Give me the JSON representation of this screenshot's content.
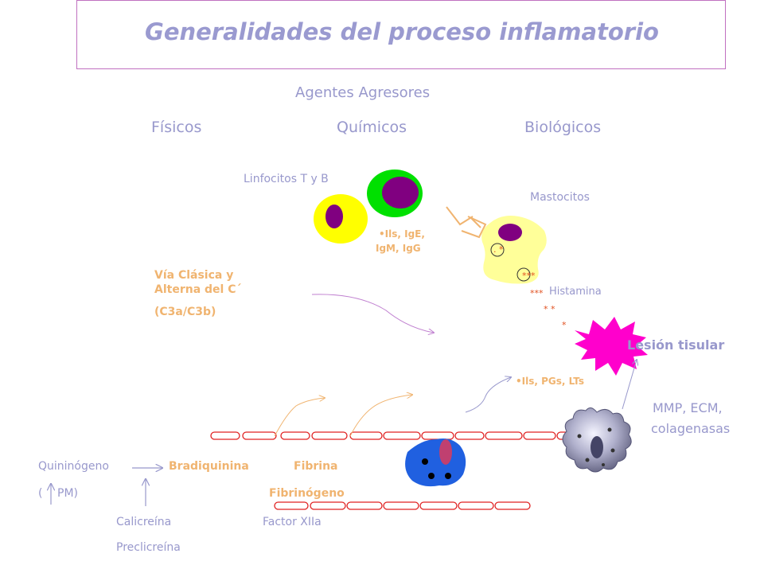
{
  "title": "Generalidades del proceso inflamatorio",
  "header": {
    "agentes": "Agentes Agresores",
    "fisicos": "Físicos",
    "quimicos": "Químicos",
    "biologicos": "Biológicos"
  },
  "labels": {
    "linfocitos": "Linfocitos T y B",
    "mastocitos": "Mastocitos",
    "ils_ig_1": "•Ils, IgE,",
    "ils_ig_2": "IgM, IgG",
    "via_1": "Vía Clásica y",
    "via_2": "Alterna del C´",
    "via_3": "(C3a/C3b)",
    "histamina_stars": "***",
    "histamina": "Histamina",
    "stars_a": "***",
    "stars_b": "* *",
    "stars_c": "*",
    "stars_d": ". *",
    "lesion": "Lesión tisular",
    "ils_pgs": "•Ils, PGs, LTs",
    "mmp_1": "MMP, ECM,",
    "mmp_2": "colagenasas",
    "quininogeno": "Quininógeno",
    "pm_open": "(",
    "pm": "PM)",
    "bradiquinina": "Bradiquinina",
    "fibrina": "Fibrina",
    "fibrinogeno": "Fibrinógeno",
    "calicreina": "Calicreína",
    "factor": "Factor XIIa",
    "precalicreina": "Preclicreína"
  },
  "colors": {
    "title": "#9a9ad0",
    "lavender_text": "#9898cc",
    "peach_text": "#f0b470",
    "lymph_yellow": "#ffff00",
    "lymph_green": "#00e000",
    "nucleus_purple": "#800080",
    "mast_cell": "#ffff99",
    "burst_magenta": "#ff00cc",
    "vessel_red": "#e02020",
    "neutrophil_blue": "#2060e0",
    "macrophage_gray": "#8888aa"
  }
}
